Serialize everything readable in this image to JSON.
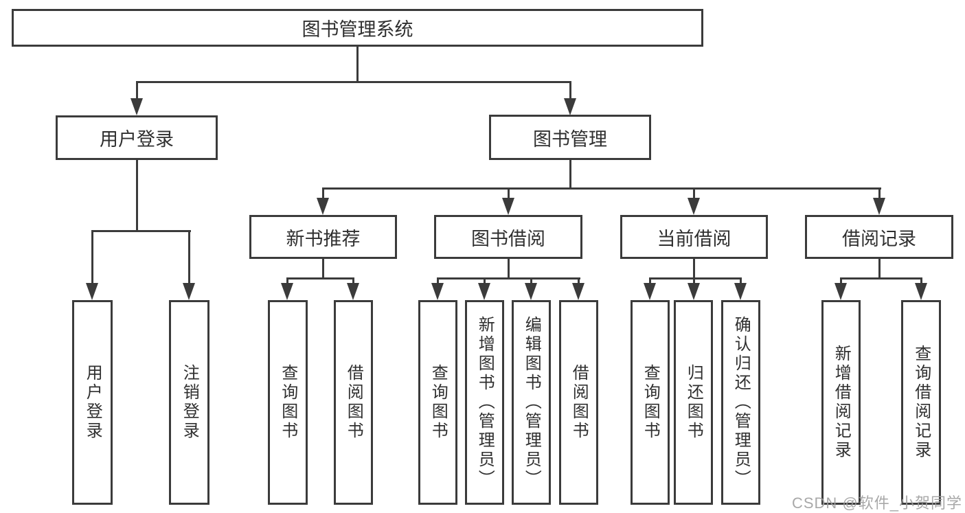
{
  "diagram": {
    "type": "org-tree",
    "tree": {
      "label": "图书管理系统",
      "children": [
        {
          "label": "用户登录",
          "children": [
            {
              "label": "用户登录"
            },
            {
              "label": "注销登录"
            }
          ]
        },
        {
          "label": "图书管理",
          "children": [
            {
              "label": "新书推荐",
              "children": [
                {
                  "label": "查询图书"
                },
                {
                  "label": "借阅图书"
                }
              ]
            },
            {
              "label": "图书借阅",
              "children": [
                {
                  "label": "查询图书"
                },
                {
                  "label": "新增图书（管理员）"
                },
                {
                  "label": "编辑图书（管理员）"
                },
                {
                  "label": "借阅图书"
                }
              ]
            },
            {
              "label": "当前借阅",
              "children": [
                {
                  "label": "查询图书"
                },
                {
                  "label": "归还图书"
                },
                {
                  "label": "确认归还（管理员）"
                }
              ]
            },
            {
              "label": "借阅记录",
              "children": [
                {
                  "label": "新增借阅记录"
                },
                {
                  "label": "查询借阅记录"
                }
              ]
            }
          ]
        }
      ]
    },
    "watermark": "CSDN @软件_小贺同学",
    "colors": {
      "line": "#3b3b3b",
      "text": "#2f2f2f",
      "background": "#ffffff",
      "watermark": "#9e9e9e"
    }
  }
}
